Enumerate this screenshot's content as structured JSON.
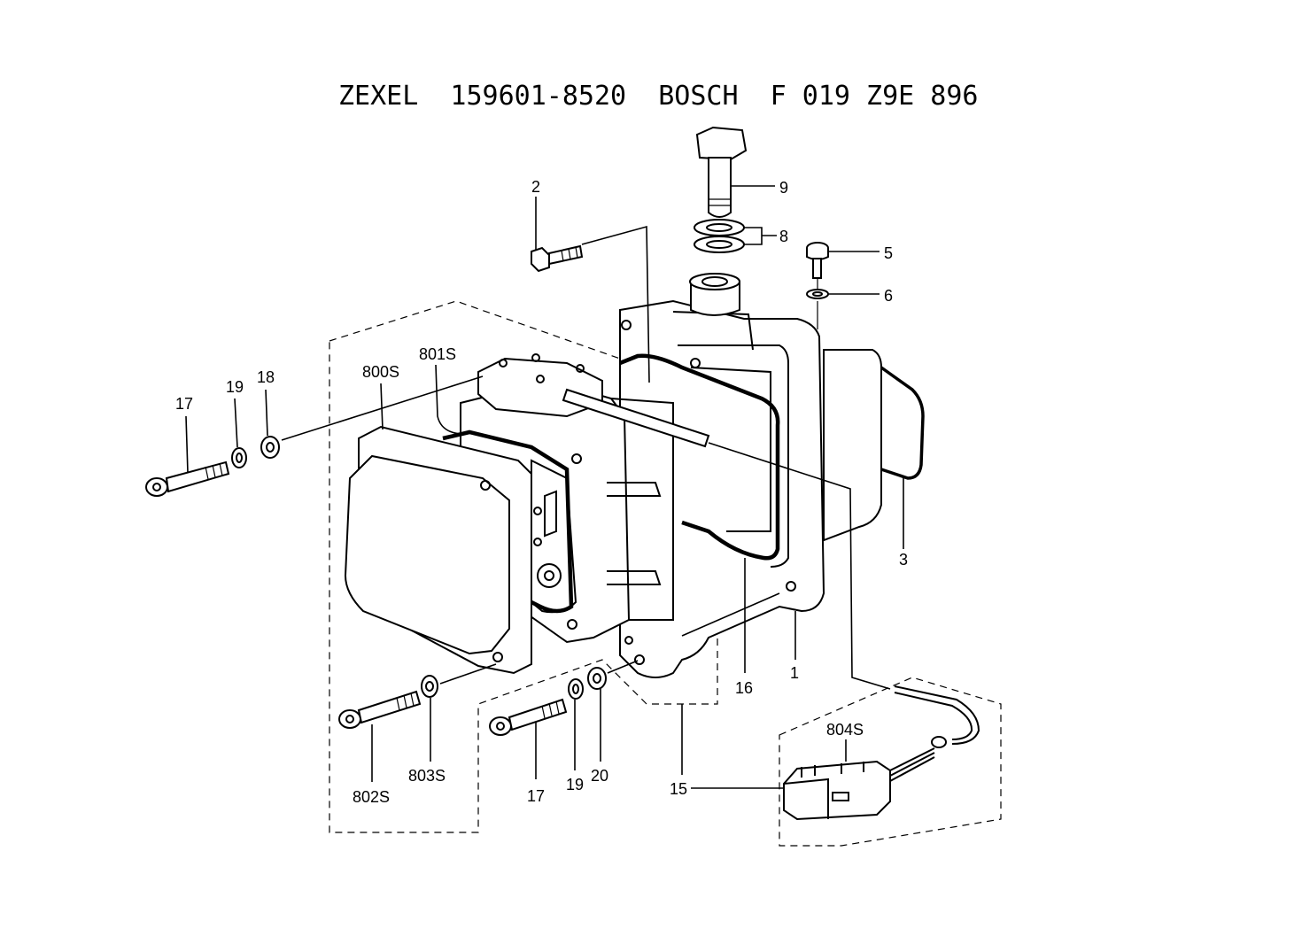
{
  "title": "ZEXEL  159601-8520  BOSCH  F 019 Z9E 896",
  "callouts": {
    "p1": "1",
    "p2": "2",
    "p3": "3",
    "p5": "5",
    "p6": "6",
    "p8": "8",
    "p9": "9",
    "p15": "15",
    "p16": "16",
    "p17a": "17",
    "p17b": "17",
    "p18": "18",
    "p19a": "19",
    "p19b": "19",
    "p20": "20",
    "p800S": "800S",
    "p801S": "801S",
    "p802S": "802S",
    "p803S": "803S",
    "p804S": "804S"
  }
}
